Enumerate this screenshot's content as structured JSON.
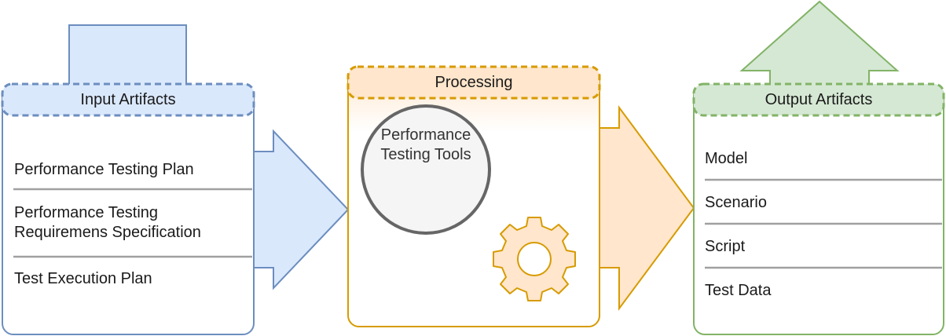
{
  "input": {
    "header": "Input Artifacts",
    "items": [
      "Performance Testing Plan",
      "Performance Testing Requiremens Specification",
      "Test Execution Plan"
    ]
  },
  "processing": {
    "header": "Processing",
    "tool_circle": "Performance Testing Tools",
    "icon": "gear-icon"
  },
  "output": {
    "header": "Output Artifacts",
    "items": [
      "Model",
      "Scenario",
      "Script",
      "Test Data"
    ]
  },
  "colors": {
    "input_fill": "#dae8fc",
    "input_stroke": "#6c8ebf",
    "processing_fill": "#ffe6cc",
    "processing_stroke": "#d79b00",
    "output_fill": "#d5e8d4",
    "output_stroke": "#82b366",
    "circle_fill": "#f5f5f5",
    "circle_stroke": "#666666",
    "divider": "#a0a0a0"
  }
}
